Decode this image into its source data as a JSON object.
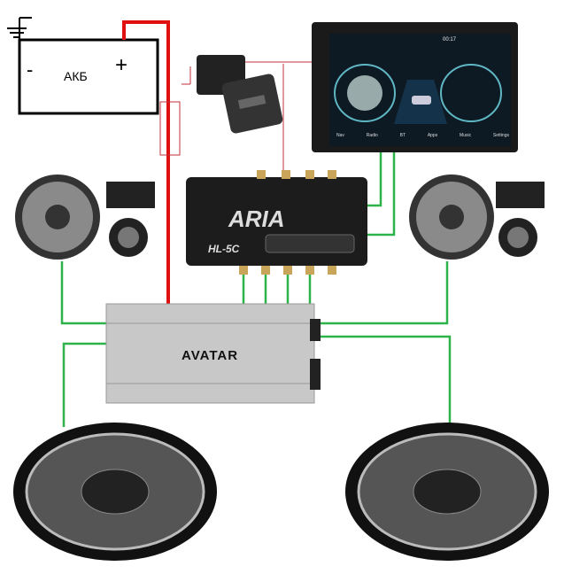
{
  "battery": {
    "label": "АКБ",
    "minus": "-",
    "plus": "+"
  },
  "processor": {
    "brand": "ARIA",
    "model": "HL-5C"
  },
  "amplifier": {
    "brand": "AVATAR"
  },
  "head_unit": {
    "time": "00:17",
    "apps": [
      "Nav",
      "Radio",
      "BT",
      "Apps",
      "Music",
      "Settings"
    ]
  },
  "colors": {
    "power": "#e01010",
    "signal": "#2db34a",
    "remote": "#c0303a"
  }
}
